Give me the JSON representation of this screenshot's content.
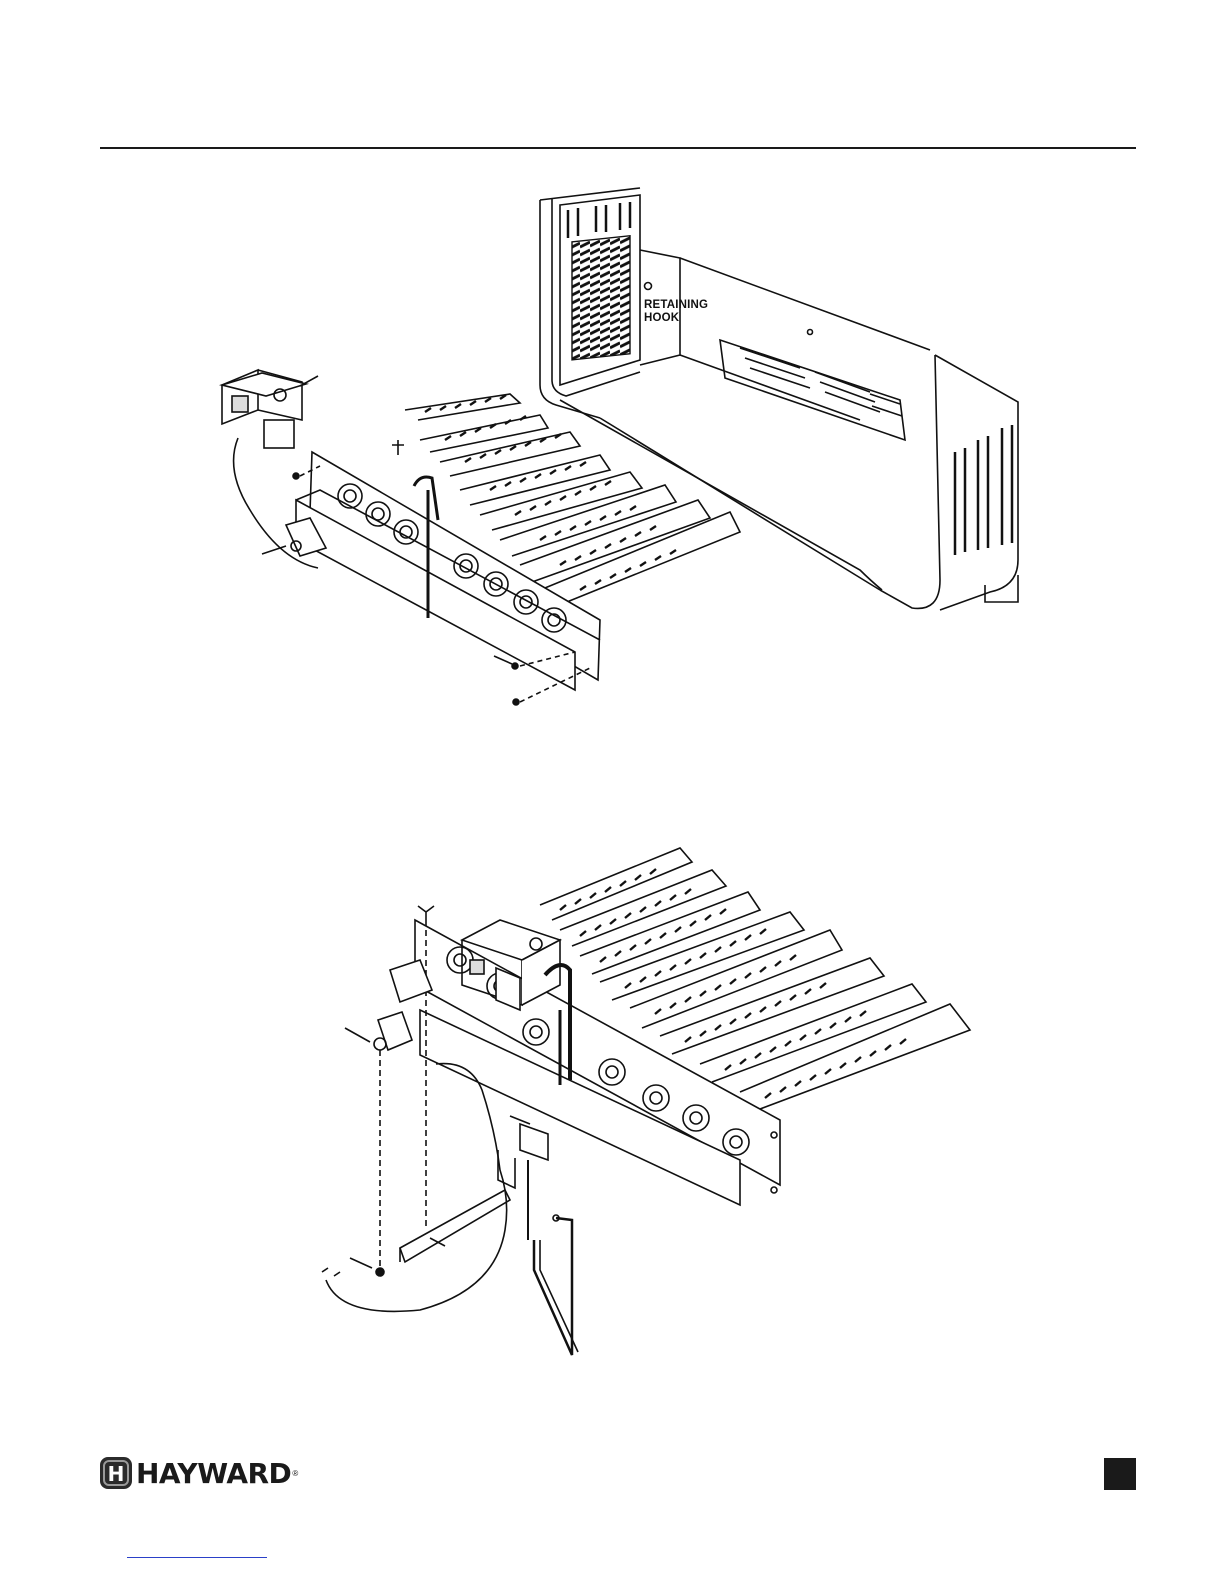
{
  "figure_top": {
    "label_line_1": "RETAINING",
    "label_line_2": "HOOK"
  },
  "footer": {
    "brand": "HAYWARD",
    "brand_mark": "H",
    "registered": "®"
  },
  "colors": {
    "ink": "#1a1a1a",
    "paper": "#ffffff",
    "link": "#2a40c8"
  }
}
